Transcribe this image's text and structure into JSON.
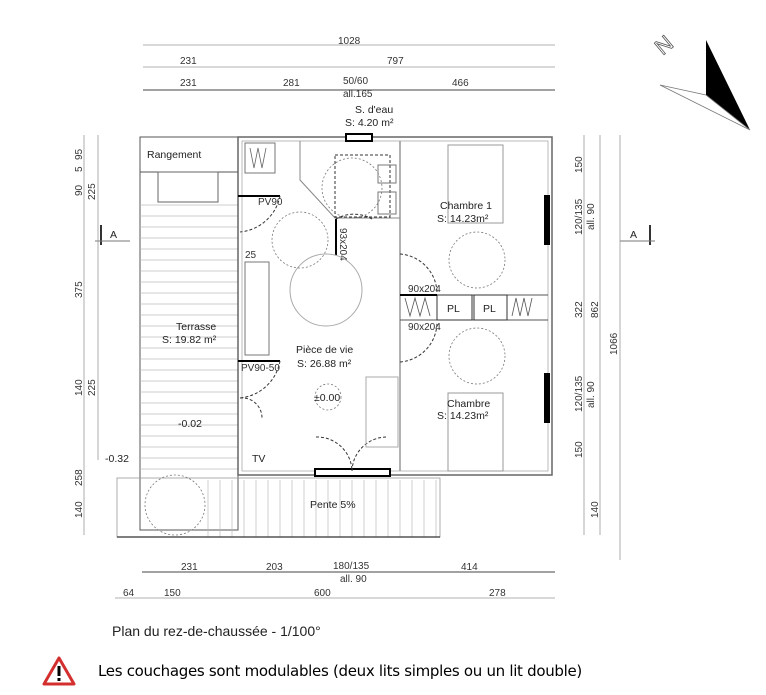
{
  "plan": {
    "caption": "Plan du rez-de-chaussée - 1/100°",
    "note": "Les couchages sont modulables (deux lits simples ou un lit double)",
    "warning_icon": "warning-triangle-icon",
    "warning_color": "#d32f2f",
    "north_label": "N"
  },
  "rooms": {
    "sdeau_name": "S. d'eau",
    "sdeau_area": "S: 4.20 m²",
    "rangement": "Rangement",
    "chambre1_name": "Chambre 1",
    "chambre1_area": "S: 14.23m²",
    "chambre2_name": "Chambre",
    "chambre2_area": "S: 14.23m²",
    "terrasse_name": "Terrasse",
    "terrasse_area": "S: 19.82 m²",
    "piece_name": "Pièce de vie",
    "piece_area": "S: 26.88 m²",
    "pente": "Pente 5%",
    "level_000": "±0.00",
    "level_002": "-0.02",
    "level_032": "-0.32",
    "tv": "TV",
    "pl1": "PL",
    "pl2": "PL",
    "door_pv90": "PV90",
    "door_pv90_50": "PV90-50",
    "door_93": "93x204",
    "door_90a": "90x204",
    "door_90b": "90x204",
    "dim_25": "25",
    "section_a": "A"
  },
  "dims_top": {
    "total": "1028",
    "a": "231",
    "b": "797",
    "c": "231",
    "d": "281",
    "e": "50/60",
    "e2": "all.165",
    "f": "466"
  },
  "dims_bottom": {
    "a": "231",
    "b": "203",
    "c": "180/135",
    "c2": "all. 90",
    "d": "414",
    "e": "64",
    "f": "150",
    "g": "600",
    "h": "278"
  },
  "dims_left": {
    "a": "95",
    "b": "5",
    "c": "90",
    "c2": "225",
    "d": "375",
    "e": "140",
    "e2": "225",
    "f": "258",
    "g": "140"
  },
  "dims_right": {
    "a": "150",
    "b": "120/135",
    "b2": "all. 90",
    "c": "322",
    "d": "120/135",
    "d2": "all. 90",
    "e": "150",
    "f": "140",
    "g": "862",
    "h": "1066"
  }
}
